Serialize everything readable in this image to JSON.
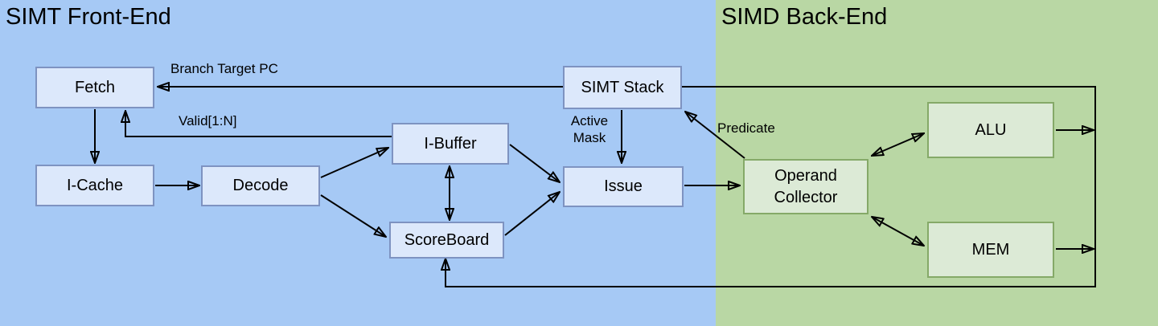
{
  "regions": {
    "front_end": {
      "title": "SIMT Front-End",
      "bg_color": "#a6c9f5"
    },
    "back_end": {
      "title": "SIMD Back-End",
      "bg_color": "#b9d7a4"
    }
  },
  "nodes": {
    "fetch": {
      "label": "Fetch"
    },
    "icache": {
      "label": "I-Cache"
    },
    "decode": {
      "label": "Decode"
    },
    "ibuffer": {
      "label": "I-Buffer"
    },
    "scoreboard": {
      "label": "ScoreBoard"
    },
    "issue": {
      "label": "Issue"
    },
    "simt_stack": {
      "label": "SIMT Stack"
    },
    "operand_collector": {
      "label": "Operand\nCollector"
    },
    "alu": {
      "label": "ALU"
    },
    "mem": {
      "label": "MEM"
    }
  },
  "edge_labels": {
    "branch_target_pc": "Branch Target PC",
    "valid": "Valid[1:N]",
    "active_mask": "Active\nMask",
    "predicate": "Predicate"
  },
  "colors": {
    "blue_node_fill": "#dce8fb",
    "blue_node_border": "#7e93c1",
    "green_node_fill": "#dcead6",
    "green_node_border": "#85a968",
    "line": "#000000",
    "text": "#000000"
  }
}
